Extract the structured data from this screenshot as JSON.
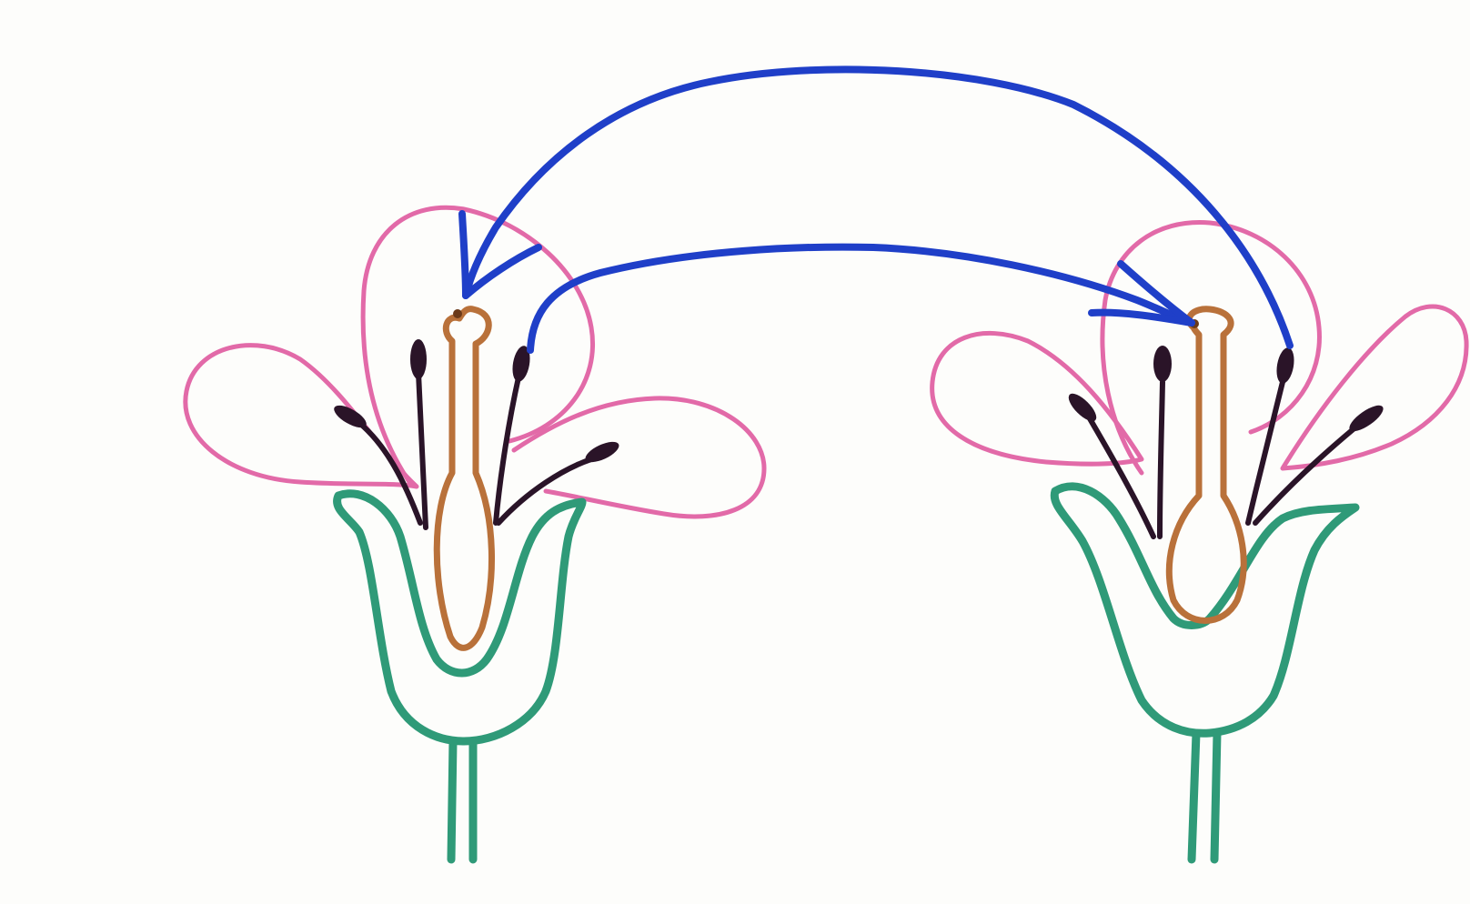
{
  "colors": {
    "background": "#fdfdfb",
    "petal": "#e26aa8",
    "sepal": "#2f9a78",
    "pistil": "#b9713a",
    "stamen": "#2a1428",
    "arrow": "#1f3fc8"
  },
  "diagram": {
    "flowers": [
      {
        "name": "left-flower"
      },
      {
        "name": "right-flower"
      }
    ],
    "arrows": [
      {
        "name": "upper-arrow",
        "from": "right-flower-stamen",
        "to": "left-flower-stigma"
      },
      {
        "name": "lower-arrow",
        "from": "left-flower-stamen",
        "to": "right-flower-stigma"
      }
    ]
  }
}
